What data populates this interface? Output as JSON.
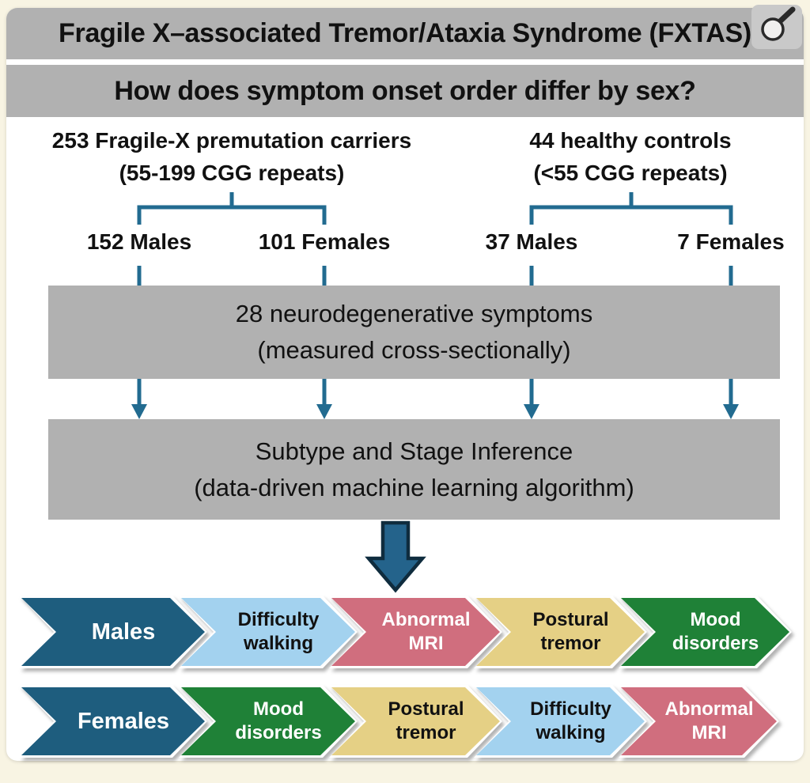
{
  "page": {
    "background": "#f8f4e3",
    "card_background": "#ffffff"
  },
  "colors": {
    "banner_gray": "#b1b1b1",
    "box_gray": "#b1b1b1",
    "connector_teal": "#226b90",
    "big_arrow_fill": "#24638b",
    "big_arrow_stroke": "#0f2c3e",
    "zoom_button_bg": "#c9c9c9"
  },
  "header": {
    "title": "Fragile X–associated Tremor/Ataxia Syndrome (FXTAS)",
    "question": "How does symptom onset order differ by sex?"
  },
  "toolbar": {
    "zoom_icon": "magnifier"
  },
  "cohorts": [
    {
      "title": "253 Fragile-X premutation carriers",
      "subtitle": "(55-199 CGG repeats)",
      "groups": [
        {
          "label": "152 Males"
        },
        {
          "label": "101 Females"
        }
      ]
    },
    {
      "title": "44 healthy controls",
      "subtitle": "(<55 CGG repeats)",
      "groups": [
        {
          "label": "37 Males"
        },
        {
          "label": "7 Females"
        }
      ]
    }
  ],
  "process": [
    {
      "line1": "28 neurodegenerative symptoms",
      "line2": "(measured cross-sectionally)"
    },
    {
      "line1": "Subtype and Stage Inference",
      "line2": "(data-driven machine learning algorithm)"
    }
  ],
  "sequences": [
    {
      "group": {
        "label": "Males",
        "bg": "#1e5d7e",
        "fg": "#ffffff"
      },
      "steps": [
        {
          "line1": "Difficulty",
          "line2": "walking",
          "bg": "#a3d2ef",
          "fg": "#111111"
        },
        {
          "line1": "Abnormal",
          "line2": "MRI",
          "bg": "#d06e7e",
          "fg": "#ffffff"
        },
        {
          "line1": "Postural",
          "line2": "tremor",
          "bg": "#e5d085",
          "fg": "#111111"
        },
        {
          "line1": "Mood",
          "line2": "disorders",
          "bg": "#1f8137",
          "fg": "#ffffff"
        }
      ]
    },
    {
      "group": {
        "label": "Females",
        "bg": "#1e5d7e",
        "fg": "#ffffff"
      },
      "steps": [
        {
          "line1": "Mood",
          "line2": "disorders",
          "bg": "#1f8137",
          "fg": "#ffffff"
        },
        {
          "line1": "Postural",
          "line2": "tremor",
          "bg": "#e5d085",
          "fg": "#111111"
        },
        {
          "line1": "Difficulty",
          "line2": "walking",
          "bg": "#a3d2ef",
          "fg": "#111111"
        },
        {
          "line1": "Abnormal",
          "line2": "MRI",
          "bg": "#d06e7e",
          "fg": "#ffffff"
        }
      ]
    }
  ]
}
